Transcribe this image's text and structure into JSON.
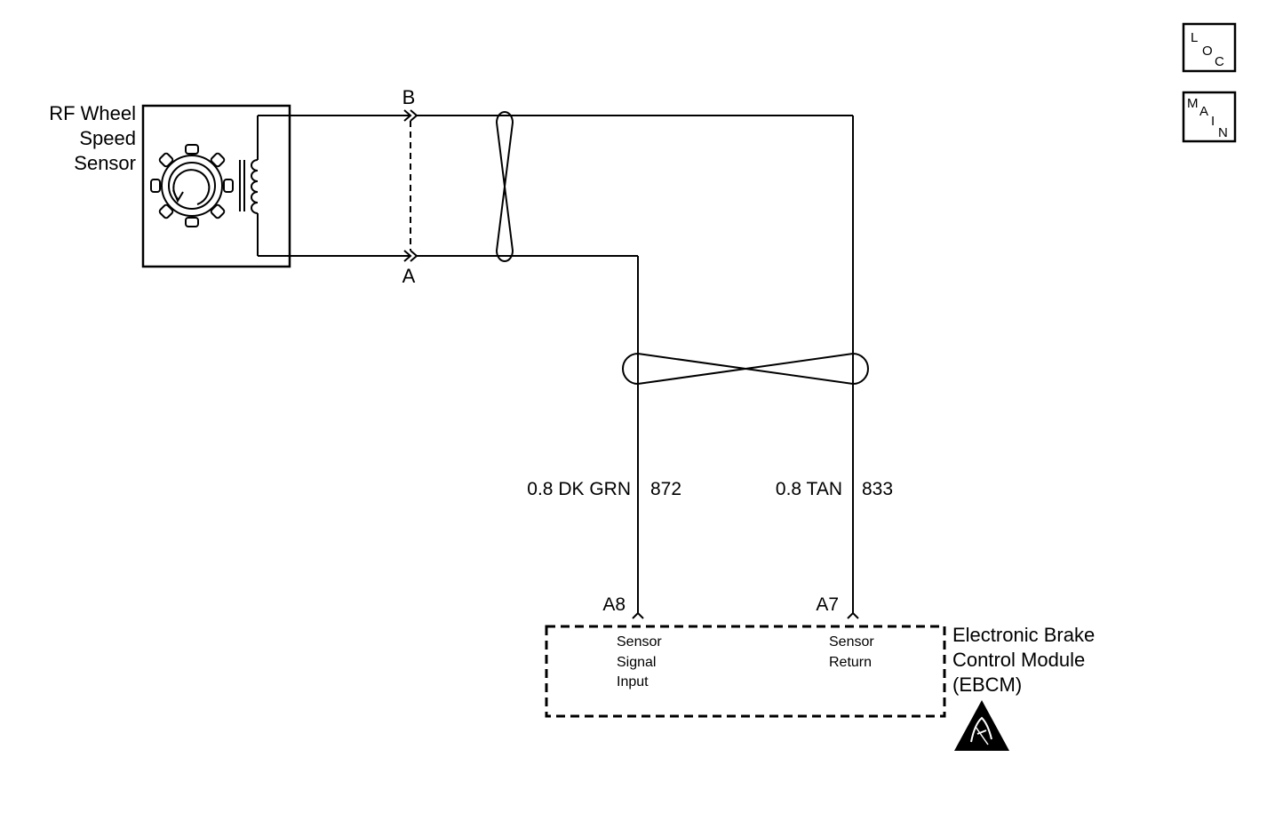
{
  "sensor": {
    "name_line1": "RF Wheel",
    "name_line2": "Speed",
    "name_line3": "Sensor"
  },
  "connector": {
    "pin_b": "B",
    "pin_a": "A"
  },
  "wires": [
    {
      "size_color": "0.8 DK GRN",
      "circuit": "872"
    },
    {
      "size_color": "0.8 TAN",
      "circuit": "833"
    }
  ],
  "module": {
    "pin_a8": "A8",
    "pin_a7": "A7",
    "name_line1": "Electronic Brake",
    "name_line2": "Control Module",
    "name_line3": "(EBCM)",
    "terminal_a8_line1": "Sensor",
    "terminal_a8_line2": "Signal",
    "terminal_a8_line3": "Input",
    "terminal_a7_line1": "Sensor",
    "terminal_a7_line2": "Return",
    "esd_icon": "esd-warning-icon"
  },
  "nav": {
    "loc_letters": [
      "L",
      "O",
      "C"
    ],
    "main_letters": [
      "M",
      "A",
      "I",
      "N"
    ]
  }
}
